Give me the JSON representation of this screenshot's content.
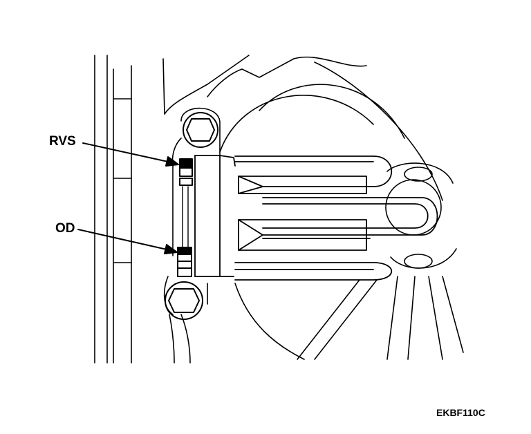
{
  "labels": {
    "rvs": "RVS",
    "od": "OD",
    "figure_code": "EKBF110C"
  },
  "colors": {
    "ink": "#000000",
    "paper": "#ffffff"
  },
  "icons": {
    "rvs_arrow": "arrow-right-icon",
    "od_arrow": "arrow-right-icon",
    "bolt_top": "hex-bolt-icon",
    "bolt_bottom": "hex-bolt-icon"
  }
}
